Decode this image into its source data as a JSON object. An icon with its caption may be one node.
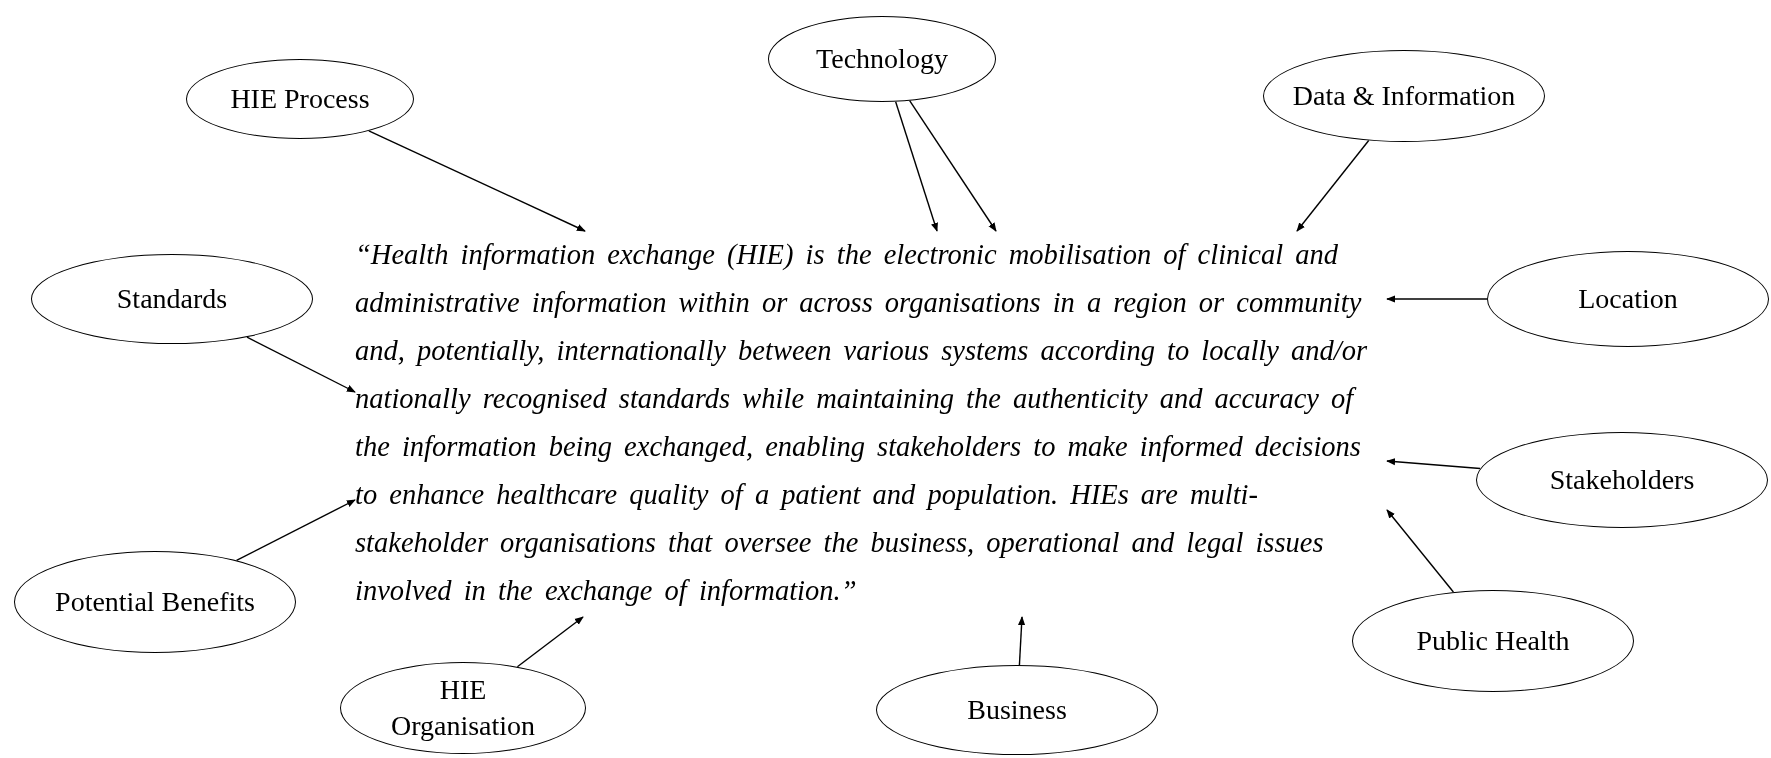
{
  "diagram": {
    "nodes": [
      {
        "text": [
          "HIE Process"
        ]
      },
      {
        "text": [
          "Technology"
        ]
      },
      {
        "text": [
          "Data & Information"
        ]
      },
      {
        "text": [
          "“Health information exchange (HIE) is the electronic mobilisation of clinical and administrative information within or across organisations in a region or community and, potentially, internationally between various systems according to locally and/or nationally recognised standards while maintaining the authenticity and accuracy of the information being exchanged, enabling stakeholders to make informed decisions to enhance healthcare quality of a patient and population. HIEs are multi-stakeholder organisations that oversee the business, operational and legal issues involved in the exchange of information.”"
        ]
      },
      {
        "text": [
          "Standards"
        ]
      },
      {
        "text": [
          "Location"
        ]
      },
      {
        "text": [
          "Stakeholders"
        ]
      },
      {
        "text": [
          "Potential Benefits"
        ]
      },
      {
        "text": [
          "Public Health"
        ]
      },
      {
        "text": [
          "HIE Organisation"
        ]
      },
      {
        "text": [
          "Business"
        ]
      }
    ],
    "edges": [
      {
        "from": 0,
        "to": 3,
        "arrow": "to"
      },
      {
        "from": 1,
        "to": 3,
        "arrow": "to"
      },
      {
        "from": 1,
        "to": 3,
        "arrow": "to"
      },
      {
        "from": 2,
        "to": 3,
        "arrow": "to"
      },
      {
        "from": 4,
        "to": 3,
        "arrow": "to"
      },
      {
        "from": 5,
        "to": 3,
        "arrow": "to"
      },
      {
        "from": 6,
        "to": 3,
        "arrow": "to"
      },
      {
        "from": 7,
        "to": 3,
        "arrow": "to"
      },
      {
        "from": 8,
        "to": 3,
        "arrow": "to"
      },
      {
        "from": 9,
        "to": 3,
        "arrow": "to"
      },
      {
        "from": 10,
        "to": 3,
        "arrow": "to"
      }
    ]
  }
}
